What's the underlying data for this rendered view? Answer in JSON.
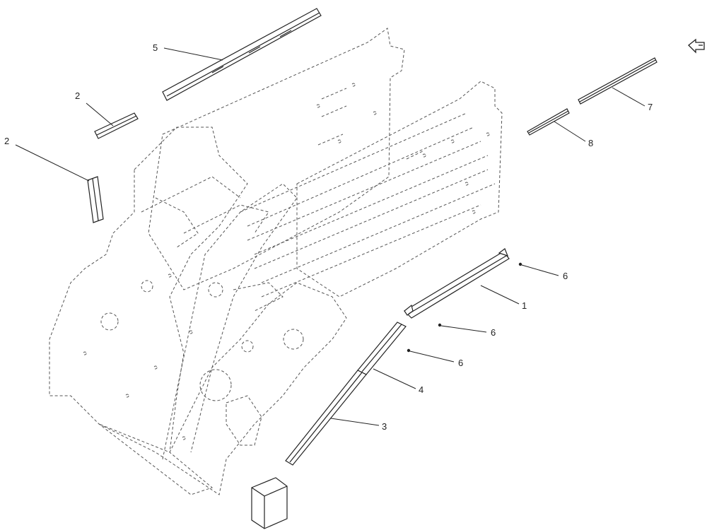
{
  "diagram": {
    "callouts": [
      {
        "id": "c1",
        "text": "1"
      },
      {
        "id": "c2a",
        "text": "2"
      },
      {
        "id": "c2b",
        "text": "2"
      },
      {
        "id": "c3",
        "text": "3"
      },
      {
        "id": "c4",
        "text": "4"
      },
      {
        "id": "c5",
        "text": "5"
      },
      {
        "id": "c6a",
        "text": "6"
      },
      {
        "id": "c6b",
        "text": "6"
      },
      {
        "id": "c6c",
        "text": "6"
      },
      {
        "id": "c7",
        "text": "7"
      },
      {
        "id": "c8",
        "text": "8"
      }
    ],
    "icons": {
      "corner_arrow": "hand-pointing-left-icon"
    },
    "colors": {
      "line": "#222222",
      "dashed": "#555555",
      "background": "#ffffff"
    }
  }
}
